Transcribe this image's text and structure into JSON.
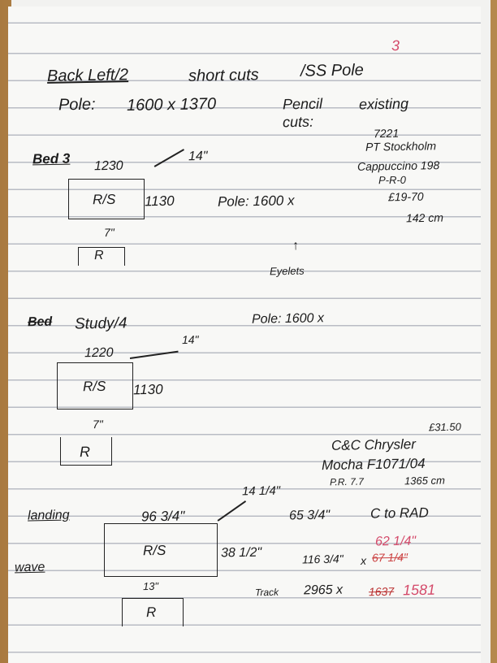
{
  "page_number": "3",
  "header": {
    "room": "Back Left/2",
    "cuts": "short cuts",
    "pole": "/SS Pole"
  },
  "pole_line": {
    "label": "Pole:",
    "size": "1600 x 1370",
    "note1": "Pencil",
    "note2": "cuts:",
    "note3": "existing"
  },
  "fabric1": {
    "code": "7221",
    "name": "PT Stockholm",
    "colour": "Cappuccino 198",
    "pr": "P-R-0",
    "price": "£19-70",
    "width": "142 cm"
  },
  "bed3": {
    "label": "Bed 3",
    "width": "1230",
    "return": "14\"",
    "box": "R/S",
    "drop": "1130",
    "pole": "Pole: 1600 x",
    "gap": "7\"",
    "small_box": "R",
    "eyelets": "Eyelets"
  },
  "study": {
    "label": "Study/4",
    "crossed": "Bed",
    "pole": "Pole: 1600 x",
    "width": "1220",
    "return": "14\"",
    "box": "R/S",
    "drop": "1130",
    "gap": "7\"",
    "small_box": "R"
  },
  "fabric2": {
    "price": "£31.50",
    "name": "C&C Chrysler",
    "colour": "Mocha F1071/04",
    "pr": "P.R. 7.7",
    "width": "1365 cm"
  },
  "landing": {
    "label": "landing",
    "label2": "wave",
    "width": "96 3/4\"",
    "return": "14 1/4\"",
    "box": "R/S",
    "drop": "38 1/2\"",
    "gap": "13\"",
    "small_box": "R",
    "rad_size": "65 3/4\"",
    "rad_note": "C to RAD",
    "dims": "116 3/4\"",
    "x": "x",
    "old_drop": "67 1/4\"",
    "new_drop": "62 1/4\"",
    "track_label": "Track",
    "track": "2965 x",
    "old_track": "1637",
    "new_track": "1581"
  }
}
